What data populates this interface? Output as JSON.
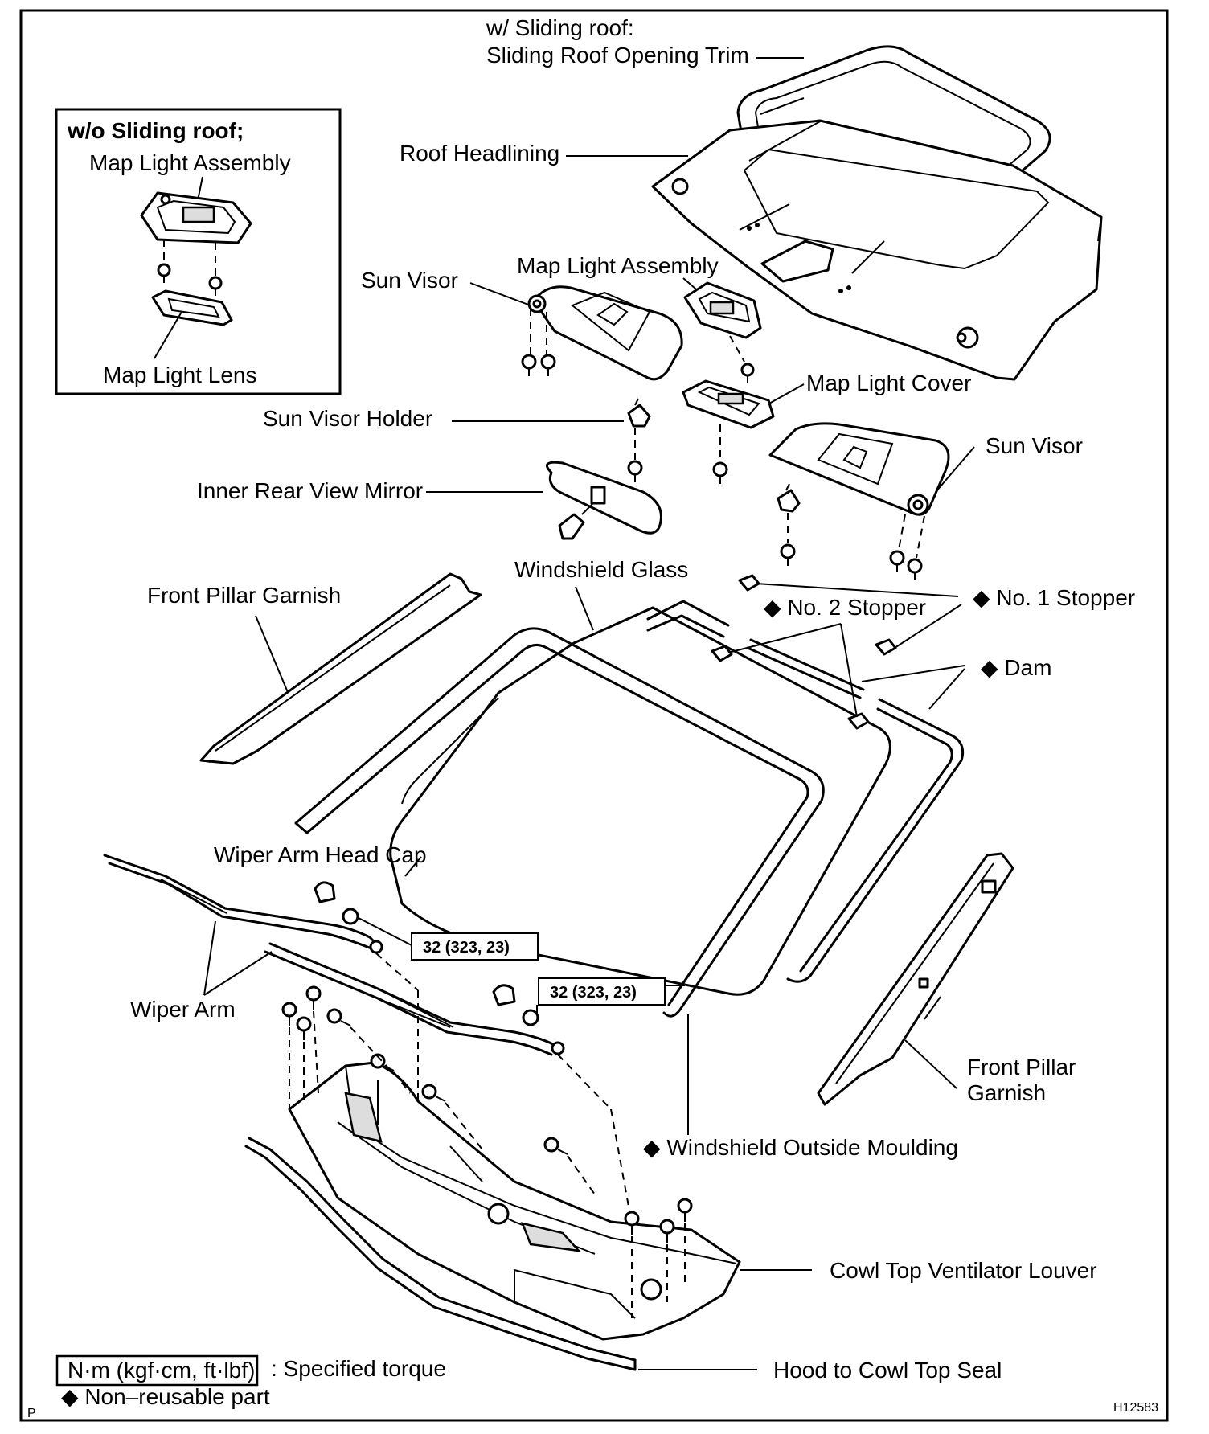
{
  "labels": {
    "sliding_roof_line1": "w/ Sliding roof:",
    "sliding_roof_line2": "Sliding Roof Opening Trim",
    "inset_title": "w/o Sliding roof;",
    "inset_map_light_assembly": "Map Light Assembly",
    "inset_map_light_lens": "Map Light Lens",
    "roof_headlining": "Roof Headlining",
    "map_light_assembly": "Map Light Assembly",
    "sun_visor_left": "Sun Visor",
    "map_light_cover": "Map Light Cover",
    "sun_visor_holder": "Sun Visor Holder",
    "sun_visor_right": "Sun Visor",
    "inner_rear_view_mirror": "Inner Rear View Mirror",
    "windshield_glass": "Windshield Glass",
    "front_pillar_garnish_left": "Front Pillar Garnish",
    "no2_stopper": "◆ No. 2 Stopper",
    "no1_stopper": "◆ No. 1 Stopper",
    "dam": "◆ Dam",
    "wiper_arm_head_cap": "Wiper Arm Head Cap",
    "torque_1": "32 (323, 23)",
    "torque_2": "32 (323, 23)",
    "wiper_arm": "Wiper Arm",
    "front_pillar_garnish_right_line1": "Front Pillar",
    "front_pillar_garnish_right_line2": "Garnish",
    "windshield_outside_moulding": "◆ Windshield Outside Moulding",
    "cowl_top_ventilator_louver": "Cowl Top Ventilator Louver",
    "hood_to_cowl_top_seal": "Hood to Cowl Top Seal"
  },
  "legend": {
    "torque_unit": "N·m (kgf·cm, ft·lbf)",
    "torque_desc": ": Specified torque",
    "non_reusable": "◆ Non–reusable part"
  },
  "footer": {
    "corner_letter": "P",
    "figure_id": "H12583"
  }
}
